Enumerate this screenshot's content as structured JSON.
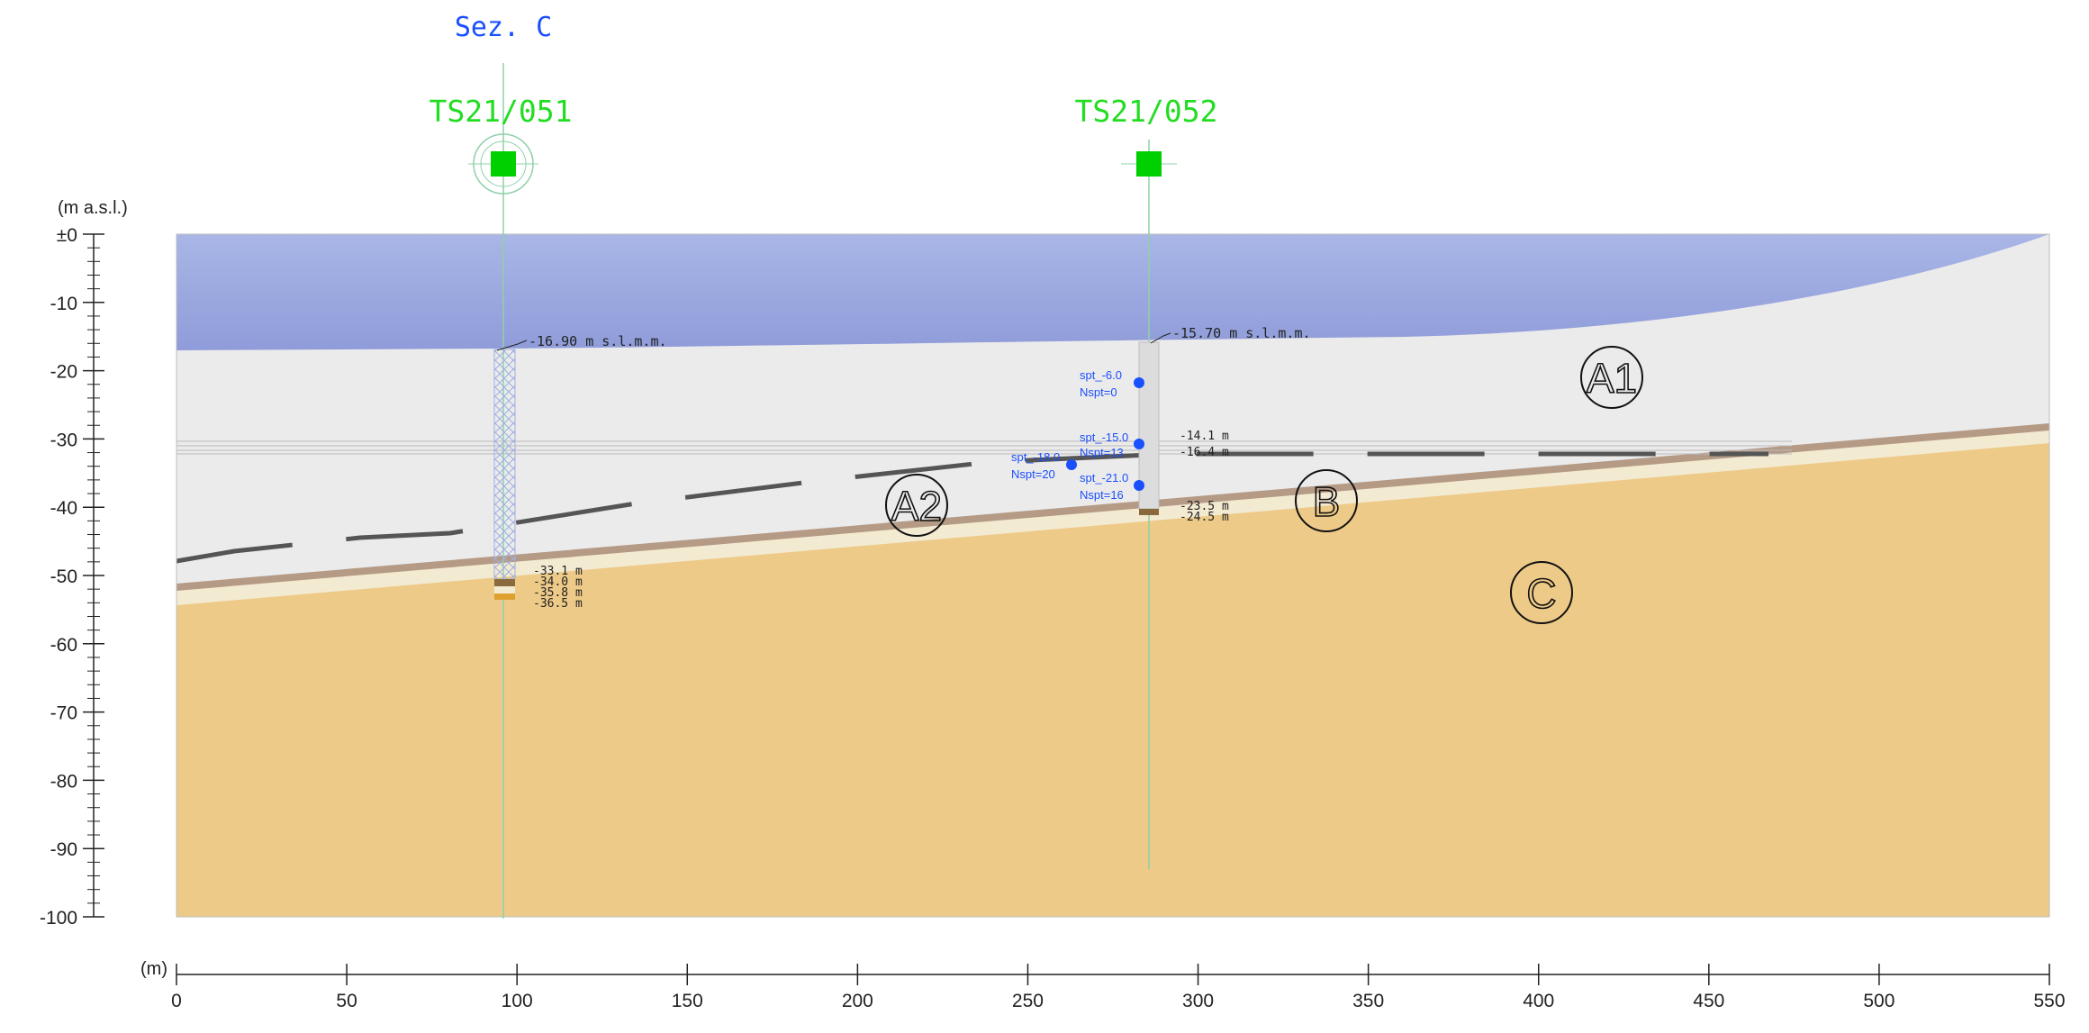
{
  "section_title": "Sez. C",
  "colors": {
    "water_top": "#a9b6e6",
    "water_bottom": "#8f9cd9",
    "layer_a": "#ebebeb",
    "layer_b": "#b59a86",
    "layer_b_light": "#f3ead2",
    "layer_c": "#edca88",
    "borehole_marker": "#00d000",
    "borehole_label": "#22dd22",
    "spt_blue": "#1a4fff",
    "title_blue": "#1a4fff",
    "axis": "#222222"
  },
  "axes": {
    "y_unit": "(m a.s.l.)",
    "x_unit": "(m)",
    "y_ticks": [
      "±0",
      "-10",
      "-20",
      "-30",
      "-40",
      "-50",
      "-60",
      "-70",
      "-80",
      "-90",
      "-100"
    ],
    "x_ticks": [
      "0",
      "50",
      "100",
      "150",
      "200",
      "250",
      "300",
      "350",
      "400",
      "450",
      "500",
      "550"
    ]
  },
  "zones": [
    {
      "id": "A1",
      "label": "A1"
    },
    {
      "id": "A2",
      "label": "A2"
    },
    {
      "id": "B",
      "label": "B"
    },
    {
      "id": "C",
      "label": "C"
    }
  ],
  "boreholes": [
    {
      "id": "TS21/051",
      "label": "TS21/051",
      "top_label": "-16.90 m s.l.m.m.",
      "depths": [
        "-33.1 m",
        "-34.0 m",
        "-35.8 m",
        "-36.5 m"
      ]
    },
    {
      "id": "TS21/052",
      "label": "TS21/052",
      "top_label": "-15.70 m s.l.m.m.",
      "depths": [
        "-14.1 m",
        "-16.4 m",
        "-23.5 m",
        "-24.5 m"
      ],
      "spt": [
        {
          "line1": "spt_-6.0",
          "line2": "Nspt=0"
        },
        {
          "line1": "spt_-15.0",
          "line2": "Nspt=13"
        },
        {
          "line1": "spt_-18.0",
          "line2": "Nspt=20"
        },
        {
          "line1": "spt_-21.0",
          "line2": "Nspt=16"
        }
      ]
    }
  ]
}
